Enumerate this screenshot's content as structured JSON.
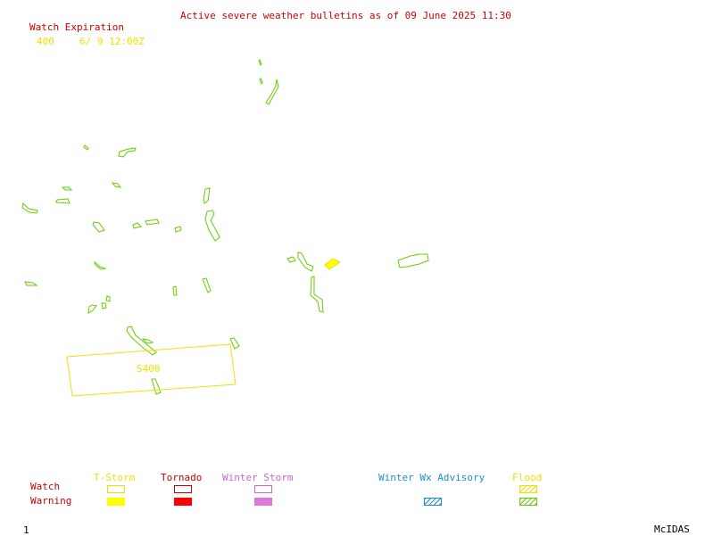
{
  "header": {
    "title": "Active severe weather bulletins as of 09 June 2025 11:30",
    "title_color": "#cc0000"
  },
  "watch_expiration": {
    "label": "Watch Expiration",
    "label_color": "#cc0000",
    "entries": [
      {
        "id": "400",
        "expires": "6/ 9 12:00Z",
        "color": "#f0e000"
      }
    ]
  },
  "map": {
    "watch_box_label": "S400",
    "watch_box_color": "#f0e000",
    "warning_color": "#66cc00",
    "tstorm_warning_fill": "#f0e000"
  },
  "legend": {
    "row_watch": "Watch",
    "row_warning": "Warning",
    "row_label_color": "#cc0000",
    "columns": [
      {
        "label": "T-Storm",
        "color": "#f0e000"
      },
      {
        "label": "Tornado",
        "color": "#cc0000"
      },
      {
        "label": "Winter Storm",
        "color": "#cc66cc"
      },
      {
        "label": "Winter Wx Advisory",
        "color": "#1a8fd6"
      },
      {
        "label": "Flood",
        "color": "#f0e000"
      }
    ],
    "warning_fills": {
      "tstorm": "#ffff00",
      "tornado": "#ff0000",
      "winter_storm": "#dd77dd",
      "winter_wx": "#1a8fd6",
      "flood": "#66cc00"
    }
  },
  "footer": {
    "frame_number": "1",
    "brand": "McIDAS"
  }
}
